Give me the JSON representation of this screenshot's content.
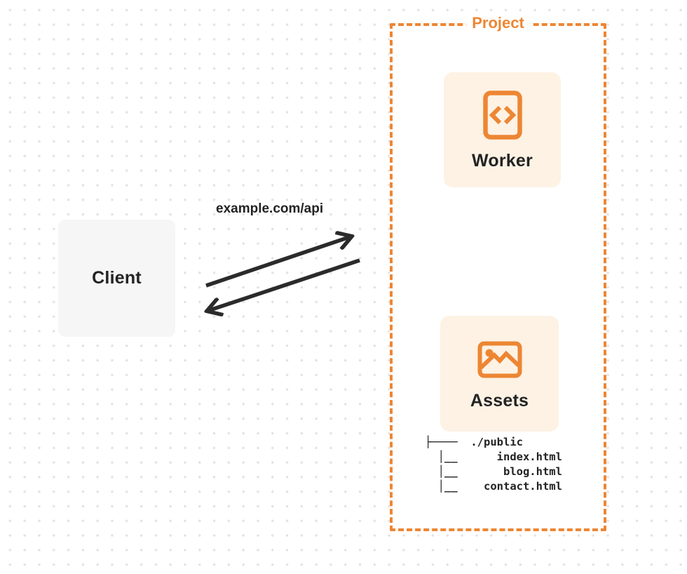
{
  "diagram": {
    "client": {
      "label": "Client"
    },
    "request": {
      "label": "example.com/api"
    },
    "project": {
      "label": "Project",
      "nodes": {
        "worker": {
          "label": "Worker",
          "icon": "code-file-icon"
        },
        "assets": {
          "label": "Assets",
          "icon": "image-icon"
        }
      },
      "file_tree": {
        "lines": [
          "├────  ./public",
          "  │__      index.html",
          "  │__       blog.html",
          "  │__    contact.html"
        ]
      }
    },
    "colors": {
      "accent_orange": "#ED8633",
      "card_fill": "#FDF2E4",
      "client_fill": "#F6F6F7",
      "ink": "#2B2B2B",
      "dot_grid": "#E3E3E3"
    }
  }
}
